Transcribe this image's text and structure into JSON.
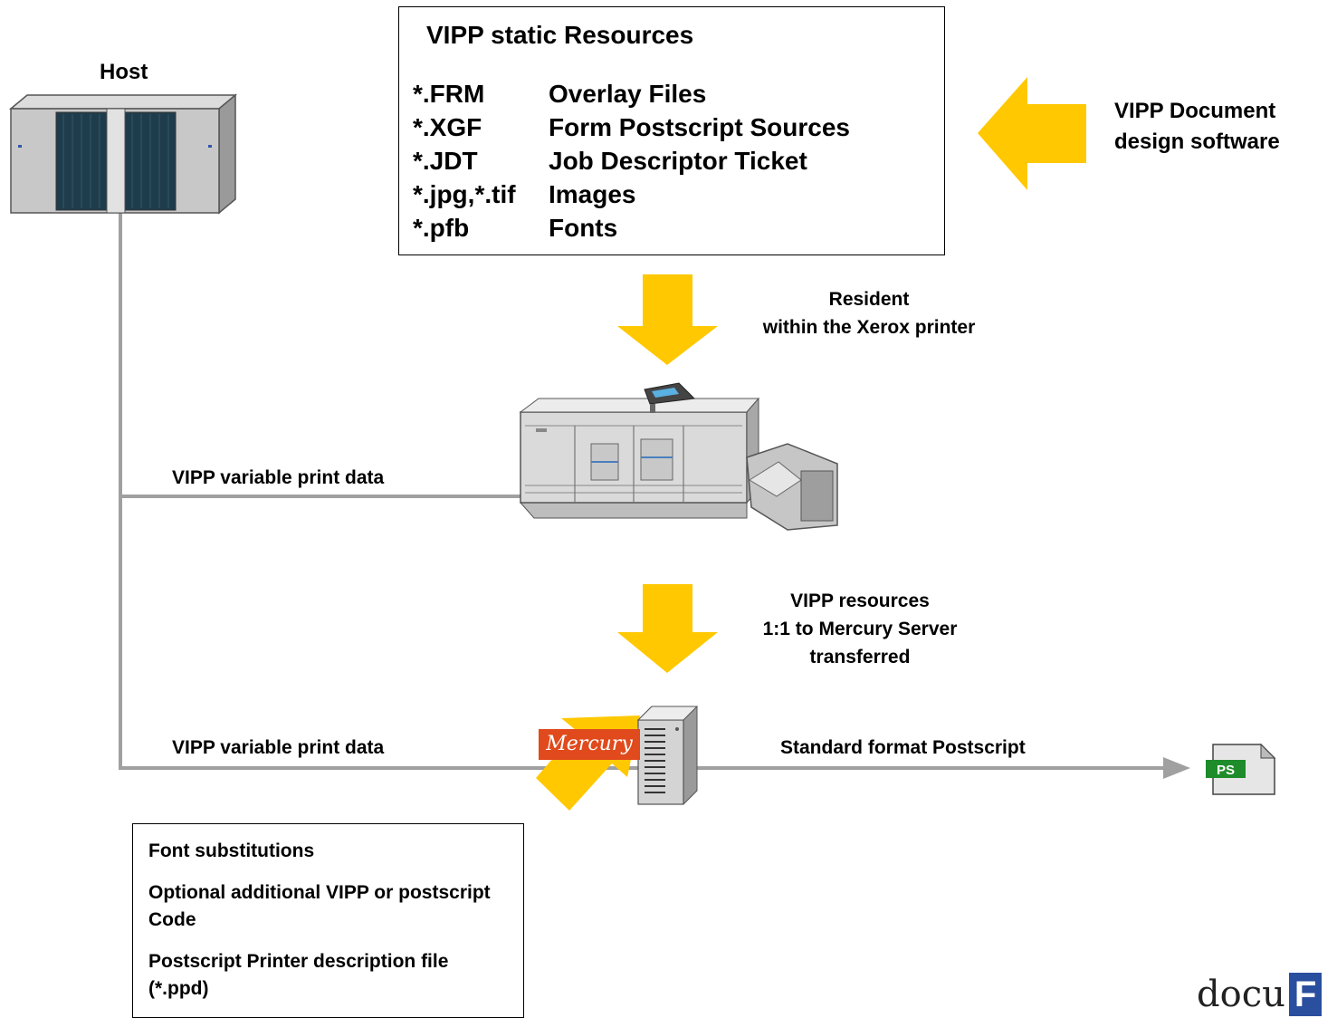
{
  "host": {
    "label": "Host"
  },
  "static_resources": {
    "title": "VIPP static Resources",
    "rows": [
      {
        "ext": "*.FRM",
        "desc": "Overlay Files"
      },
      {
        "ext": "*.XGF",
        "desc": "Form Postscript Sources"
      },
      {
        "ext": "*.JDT",
        "desc": "Job Descriptor Ticket"
      },
      {
        "ext": "*.jpg,*.tif",
        "desc": "Images"
      },
      {
        "ext": "*.pfb",
        "desc": "Fonts"
      }
    ]
  },
  "design_software": {
    "line1": "VIPP Document",
    "line2": "design software"
  },
  "resident": {
    "line1": "Resident",
    "line2": "within the  Xerox printer"
  },
  "variable_data_1": "VIPP variable print data",
  "variable_data_2": "VIPP variable print data",
  "transfer": {
    "line1": "VIPP resources",
    "line2": "1:1 to Mercury Server",
    "line3": "transferred"
  },
  "mercury_logo": "Mercury",
  "output_label": "Standard format Postscript",
  "ps_file_label": "PS",
  "options": {
    "items": [
      "Font substitutions",
      "Optional additional VIPP or postscript Code",
      "Postscript Printer description file (*.ppd)"
    ]
  },
  "docu_logo": {
    "text": "docu",
    "mark": "F"
  },
  "colors": {
    "arrow": "#ffc800",
    "connector": "#a0a0a0",
    "mercury": "#e04a1c",
    "ps_green": "#1e8c2a"
  }
}
